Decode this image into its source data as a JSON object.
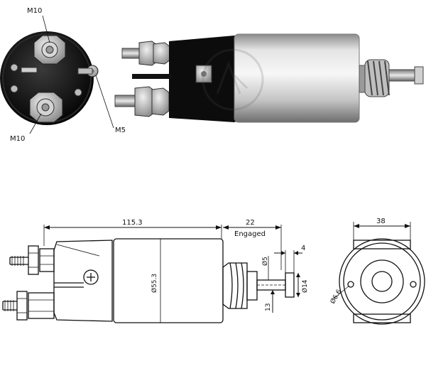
{
  "photo_front": {
    "labels": {
      "top_terminal": "M10",
      "bottom_terminal": "M10",
      "small_terminal": "M5"
    }
  },
  "drawing_side": {
    "dim_length": "115.3",
    "dim_engaged_stroke": "22",
    "engaged_label": "Engaged",
    "dim_body_diameter": "Ø55.3",
    "dim_plunger_small": "Ø5",
    "dim_plunger_tip": "Ø14",
    "dim_tip_thickness": "4",
    "dim_plunger_offset": "13"
  },
  "drawing_end": {
    "dim_width": "38",
    "dim_hole": "Ø6.6"
  }
}
